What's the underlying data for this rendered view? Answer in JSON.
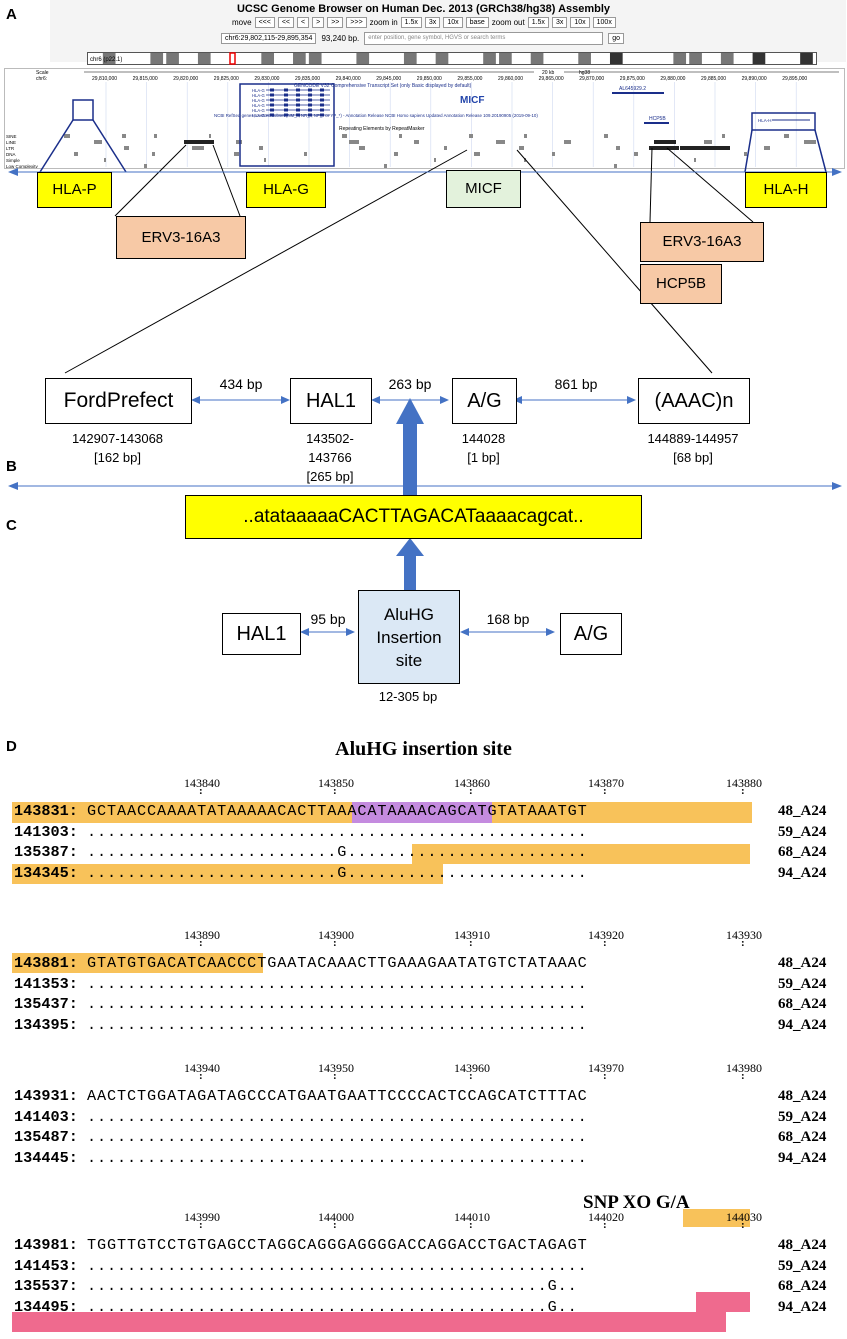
{
  "panels": {
    "A": "A",
    "B": "B",
    "C": "C",
    "D": "D"
  },
  "browser": {
    "title": "UCSC Genome Browser on Human Dec. 2013 (GRCh38/hg38) Assembly",
    "move_label": "move",
    "move_buttons": [
      "<<<",
      "<<",
      "<",
      ">",
      ">>",
      ">>>"
    ],
    "zoom_in_label": "zoom in",
    "zoom_in_buttons": [
      "1.5x",
      "3x",
      "10x",
      "base"
    ],
    "zoom_out_label": "zoom out",
    "zoom_out_buttons": [
      "1.5x",
      "3x",
      "10x",
      "100x"
    ],
    "position": "chr6:29,802,115-29,895,354",
    "size": "93,240 bp.",
    "search_placeholder": "enter position, gene symbol, HGVS or search terms",
    "go_label": "go",
    "chrom_label": "chr6 (p22.1)",
    "scale_label": "Scale",
    "chr_label": "chr6:",
    "scale_text": "20 kb",
    "assembly": "hg38",
    "coords": [
      "29,810,000",
      "29,815,000",
      "29,820,000",
      "29,825,000",
      "29,830,000",
      "29,835,000",
      "29,840,000",
      "29,845,000",
      "29,850,000",
      "29,855,000",
      "29,860,000",
      "29,865,000",
      "29,870,000",
      "29,875,000",
      "29,880,000",
      "29,885,000",
      "29,890,000",
      "29,895,000"
    ],
    "gencode_label": "GENCODE V32 Comprehensive Transcript Set (only Basic displayed by default)",
    "refseq_label": "NCBI RefSeq genes, curated subset (NM_*, NR_*, NP_* or YP_*) - Annotation Release NCBI Homo sapiens Updated Annotation Release 109.20190905 (2019-09-10)",
    "repeat_label": "Repeating Elements by RepeatMasker",
    "micf_track": "MICF",
    "al_label": "AL645929.2",
    "hcp5b_track": "HCP5B",
    "hla_track_labels": [
      "HLA-G",
      "HLA-G",
      "HLA-G",
      "HLA-G",
      "HLA-G",
      "HLA-G"
    ],
    "hlah_track": "HLA-H",
    "repeat_classes": [
      "SINE",
      "LINE",
      "LTR",
      "DNA",
      "Simple",
      "Low Complexity"
    ]
  },
  "labels_A": {
    "hla_p": "HLA-P",
    "hla_g": "HLA-G",
    "micf": "MICF",
    "hla_h": "HLA-H",
    "erv_left": "ERV3-16A3",
    "erv_right": "ERV3-16A3",
    "hcp5b": "HCP5B"
  },
  "panel_B": {
    "fordprefect": "FordPrefect",
    "fordprefect_pos": "142907-143068",
    "fordprefect_len": "[162 bp]",
    "dist1": "434 bp",
    "hal1": "HAL1",
    "hal1_pos1": "143502-",
    "hal1_pos2": "143766",
    "hal1_len": "[265 bp]",
    "dist2": "263 bp",
    "ag": "A/G",
    "ag_pos": "144028",
    "ag_len": "[1 bp]",
    "dist3": "861 bp",
    "aaac": "(AAAC)n",
    "aaac_pos": "144889-144957",
    "aaac_len": "[68 bp]"
  },
  "panel_C": {
    "sequence": "..atataaaaaCACTTAGACATaaaacagcat..",
    "hal1": "HAL1",
    "dist1": "95 bp",
    "aluhg_l1": "AluHG",
    "aluhg_l2": "Insertion",
    "aluhg_l3": "site",
    "aluhg_size": "12-305 bp",
    "dist2": "168 bp",
    "ag": "A/G"
  },
  "panel_D": {
    "title": "AluHG insertion site",
    "snp_title": "SNP XO G/A",
    "blocks": [
      {
        "ruler": [
          "143840",
          "143850",
          "143860",
          "143870",
          "143880"
        ],
        "rows": [
          {
            "pos": "143831:",
            "seq": "GCTAACCAAAATATAAAAACACTTAAACATAAAACAGCATGTATAAATGT",
            "sample": "48_A24"
          },
          {
            "pos": "141303:",
            "seq": "..................................................",
            "sample": "59_A24"
          },
          {
            "pos": "135387:",
            "seq": ".........................G........................",
            "sample": "68_A24"
          },
          {
            "pos": "134345:",
            "seq": ".........................G........................",
            "sample": "94_A24"
          }
        ]
      },
      {
        "ruler": [
          "143890",
          "143900",
          "143910",
          "143920",
          "143930"
        ],
        "rows": [
          {
            "pos": "143881:",
            "seq": "GTATGTGACATCAACCCTGAATACAAACTTGAAAGAATATGTCTATAAAC",
            "sample": "48_A24"
          },
          {
            "pos": "141353:",
            "seq": "..................................................",
            "sample": "59_A24"
          },
          {
            "pos": "135437:",
            "seq": "..................................................",
            "sample": "68_A24"
          },
          {
            "pos": "134395:",
            "seq": "..................................................",
            "sample": "94_A24"
          }
        ]
      },
      {
        "ruler": [
          "143940",
          "143950",
          "143960",
          "143970",
          "143980"
        ],
        "rows": [
          {
            "pos": "143931:",
            "seq": "AACTCTGGATAGATAGCCCATGAATGAATTCCCCACTCCAGCATCTTTAC",
            "sample": "48_A24"
          },
          {
            "pos": "141403:",
            "seq": "..................................................",
            "sample": "59_A24"
          },
          {
            "pos": "135487:",
            "seq": "..................................................",
            "sample": "68_A24"
          },
          {
            "pos": "134445:",
            "seq": "..................................................",
            "sample": "94_A24"
          }
        ]
      },
      {
        "ruler": [
          "143990",
          "144000",
          "144010",
          "144020",
          "144030"
        ],
        "rows": [
          {
            "pos": "143981:",
            "seq": "TGGTTGTCCTGTGAGCCTAGGCAGGGAGGGGACCAGGACCTGACTAGAGT",
            "sample": "48_A24"
          },
          {
            "pos": "141453:",
            "seq": "..................................................",
            "sample": "59_A24"
          },
          {
            "pos": "135537:",
            "seq": "..............................................G..",
            "sample": "68_A24"
          },
          {
            "pos": "134495:",
            "seq": "..............................................G..",
            "sample": "94_A24"
          }
        ]
      }
    ]
  },
  "colors": {
    "yellow": "#ffff00",
    "salmon": "#f7c9a6",
    "green": "#e3f2dc",
    "blue_arrow": "#4472c4",
    "orange_hl": "#f8c25a",
    "purple_hl": "#c48bdf",
    "pink_hl": "#ef6a8e",
    "alu_box": "#dbe8f5"
  }
}
